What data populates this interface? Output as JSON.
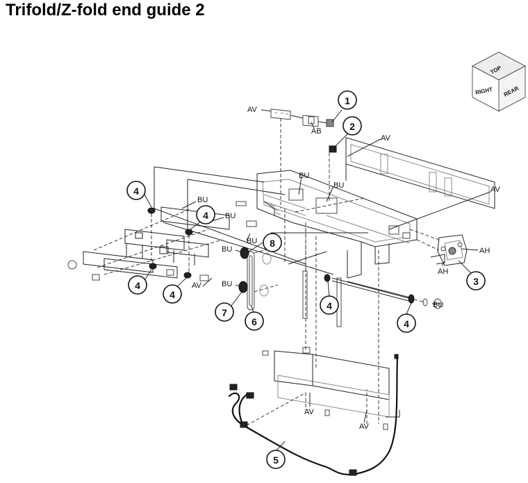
{
  "title": "Trifold/Z-fold end guide 2",
  "orientation_cube": {
    "top": "TOP",
    "left": "RIGHT",
    "right": "REAR"
  },
  "labels": {
    "av": "AV",
    "ab": "AB",
    "bu": "BU",
    "ah": "AH"
  },
  "callouts": {
    "c1": "1",
    "c2": "2",
    "c3": "3",
    "c4": "4",
    "c5": "5",
    "c6": "6",
    "c7": "7",
    "c8": "8"
  }
}
